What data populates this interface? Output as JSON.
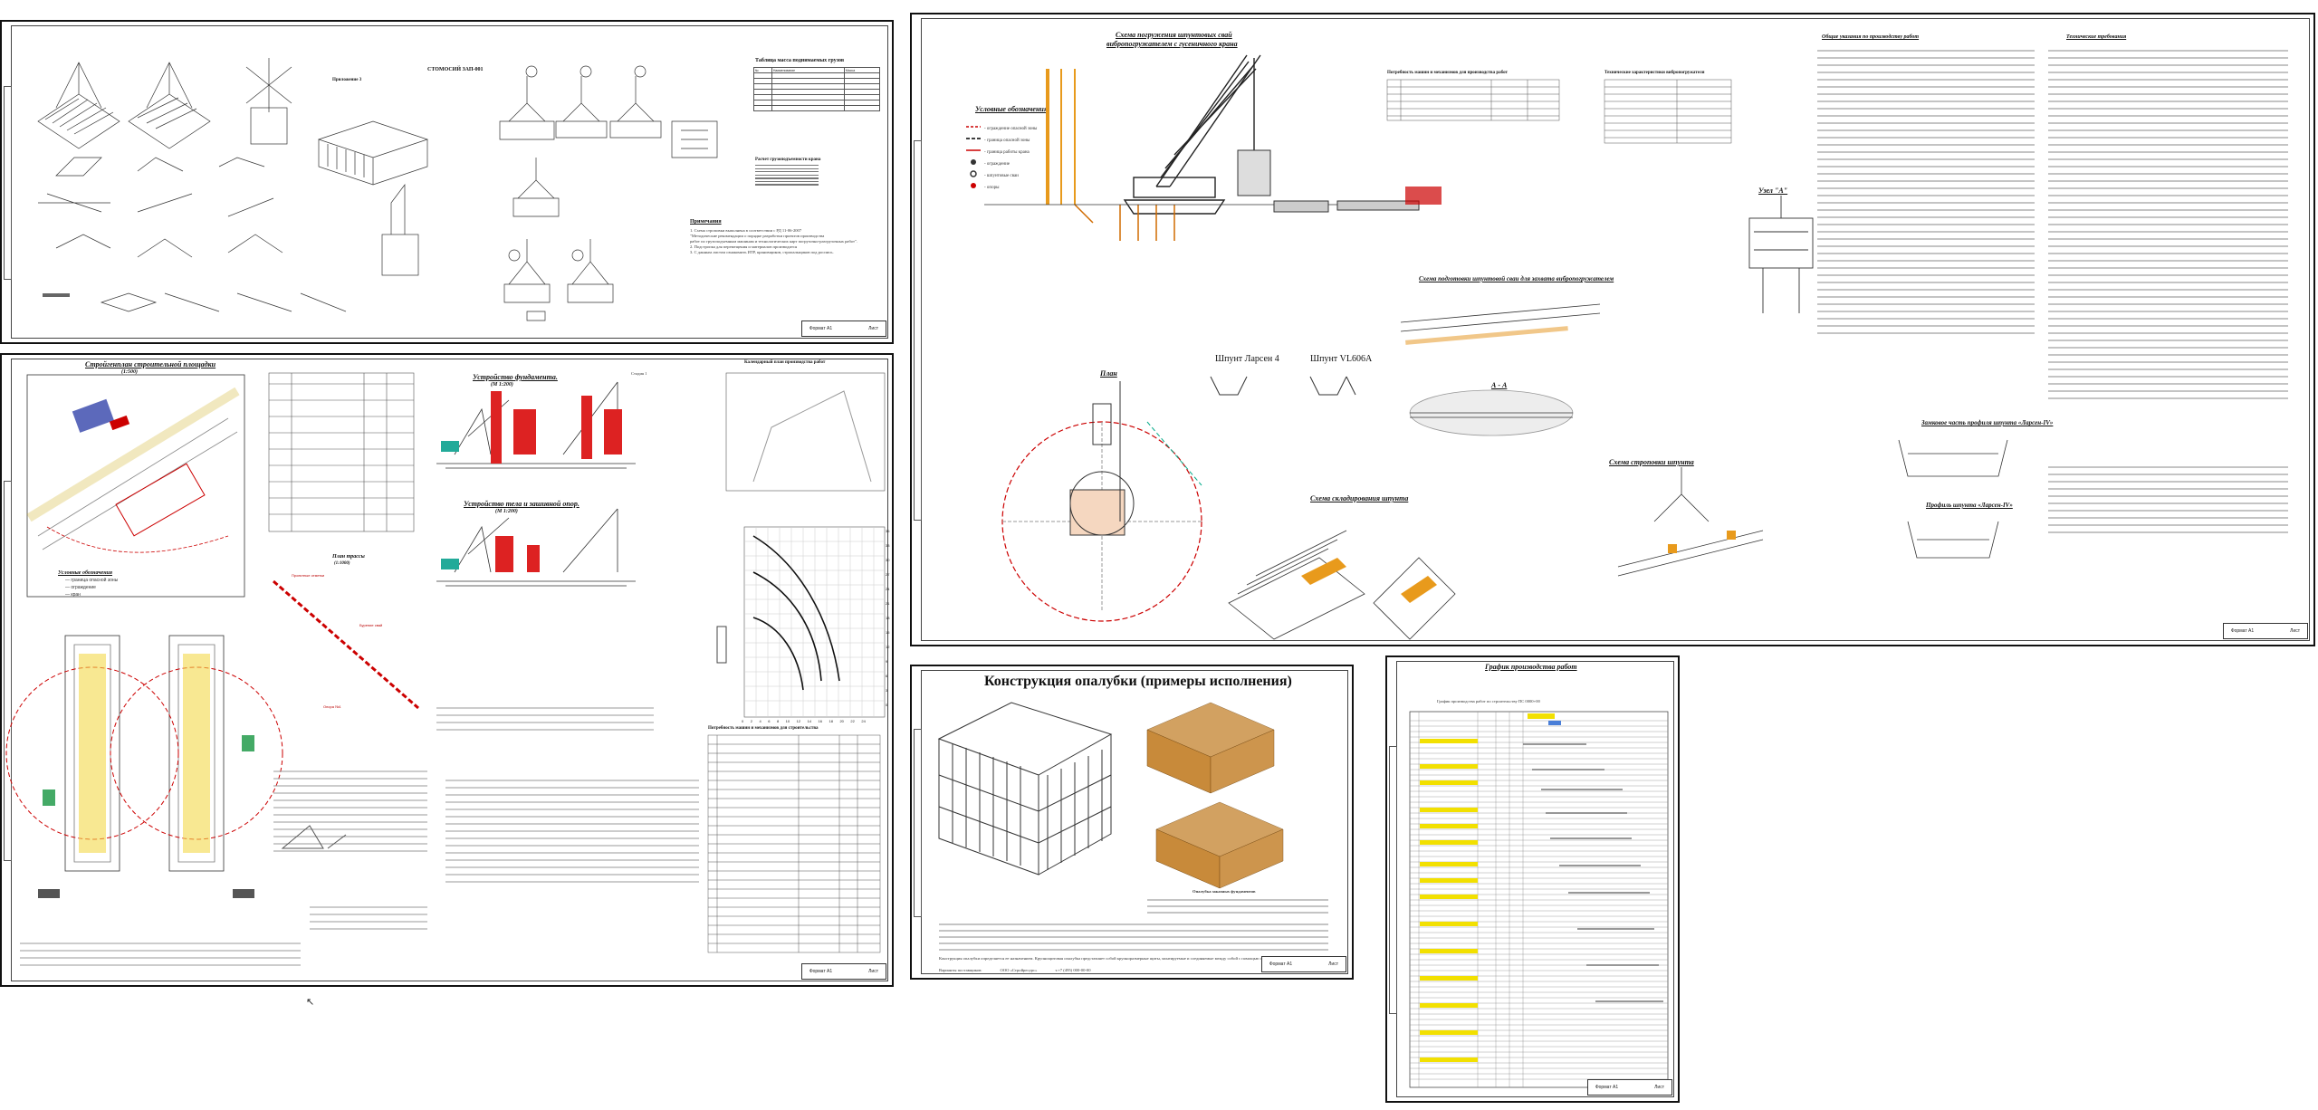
{
  "sheet1": {
    "title_center": "СТОМОСИЙ ЗАП-001",
    "hook_title": "Приложение 3",
    "table_title": "Таблица масса поднимаемых грузов",
    "calc_title": "Расчет грузоподъемности крана",
    "notes_title": "Примечания",
    "notes": [
      "1. Схема строповки выполнена в соответствии с РД 11-06-2007",
      "\"Методические рекомендации о порядке разработки проектов производства",
      "работ по грузоподъемным машинам и технологических карт погрузочно-разгрузочных работ\".",
      "2. Подстропка для перемещения и материалов производится",
      "3. С данным листом ознакомить ИТР, крановщиков, стропальщиков под роспись."
    ],
    "stamp": [
      "Формат А1",
      "Лист"
    ]
  },
  "sheet2": {
    "site_plan_title": "Стройгенплан строительной площадки",
    "site_plan_scale": "(1:500)",
    "legend_title": "Условные обозначения",
    "foundation_title": "Устройство фундамента.",
    "foundation_scale": "(М 1:200)",
    "walls_title": "Устройство тела и зашивной опор.",
    "walls_scale": "(М 1:200)",
    "plan_title": "План трассы",
    "plan_scale": "(1:1000)",
    "machines_title": "Потребность машин и механизмов для строительства",
    "schedule_text": "Календарный план производства работ",
    "curve_y_ticks": [
      "36",
      "33",
      "30",
      "27",
      "24",
      "21",
      "18",
      "15",
      "12",
      "9",
      "6",
      "3",
      "0"
    ],
    "curve_x_ticks": [
      "0",
      "2",
      "4",
      "6",
      "8",
      "10",
      "12",
      "14",
      "16",
      "18",
      "20",
      "22",
      "24"
    ],
    "stage_text": "Стадия 1",
    "stamp": [
      "Формат А1",
      "Лист"
    ]
  },
  "sheet3": {
    "pile_title": "Схема погружения шпунтовых свай",
    "pile_subtitle": "вибропогружателем с гусеничного крана",
    "legend_title": "Условные обозначения",
    "legend_items": [
      "- ограждение опасной зоны",
      "- граница опасной зоны",
      "- граница работы крана",
      "- ограждение",
      "- шпунтовые сваи",
      "- опоры"
    ],
    "machine_table_title": "Потребность машин и механизмов для производства работ",
    "tech_table_title": "Технические характеристики вибропогружателя",
    "larsen4": "Шпунт Ларсен 4",
    "vl606a": "Шпунт VL606A",
    "plan_title": "План",
    "node_title": "Узел \"А\"",
    "prep_title": "Схема подготовки шпунтовой сваи для захвата вибропогружателем",
    "section_aa": "А - А",
    "storage_title": "Схема складирования шпунта",
    "sling_title": "Схема строповки шпунта",
    "lock_title": "Замковое часть профиля шпунта «Ларсен-IV»",
    "profile_title": "Профиль шпунта «Ларсен-IV»",
    "tech_requirements_title": "Технические требования",
    "general_title": "Общие указания по производству работ",
    "stamp": [
      "Формат А1",
      "Лист"
    ]
  },
  "sheet4": {
    "title": "Конструкция опалубки (примеры исполнения)",
    "caption": "Опалубка заказных фундаментов",
    "description": "Конструкция опалубки определяется ее назначением. Крупнощитовая опалубка представляет собой крупноразмерные щиты, монтируемые и соединяемые между собой с помощью стяжек, замков и подкосов.",
    "contacts": [
      "Варианты поставщиков:",
      "ООО «Стройресурс»",
      "т.+7 (495) 000-00-00"
    ],
    "stamp": [
      "Формат А1",
      "Лист"
    ]
  },
  "sheet5": {
    "title": "График производства работ",
    "table_title": "График производства работ по строительству ПС 0000+00",
    "stamp": [
      "Формат А1",
      "Лист"
    ]
  }
}
